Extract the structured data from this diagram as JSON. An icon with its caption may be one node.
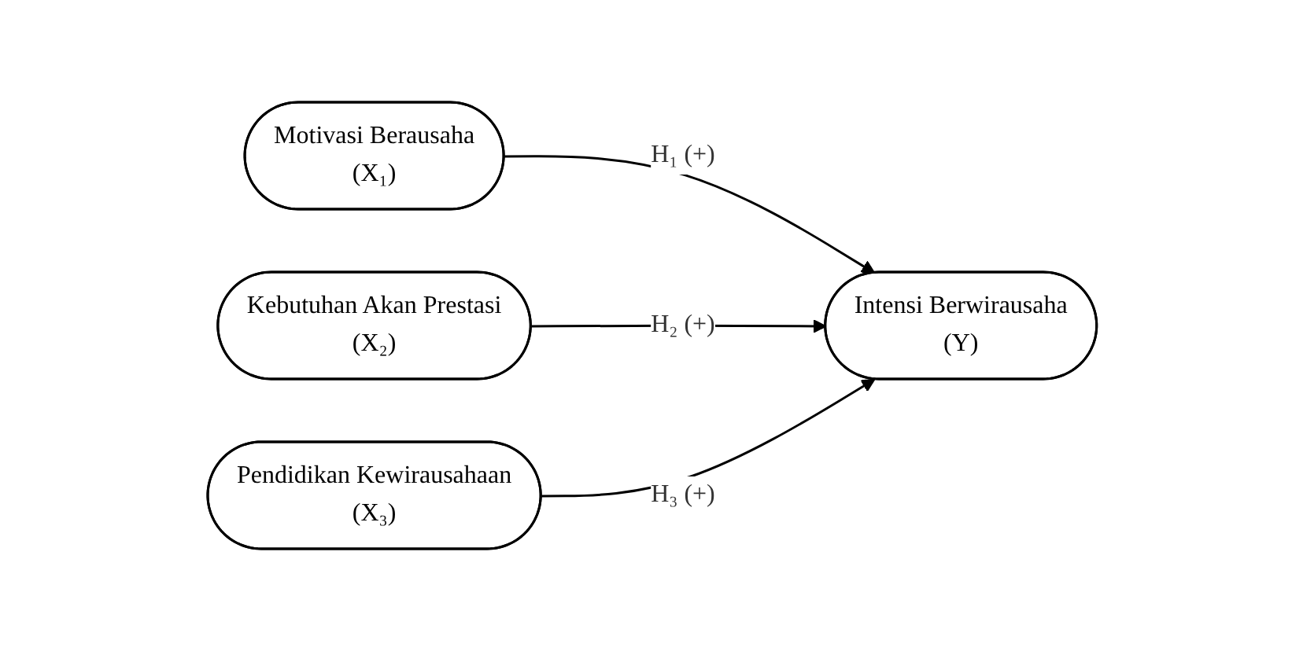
{
  "diagram": {
    "nodes": [
      {
        "text": [
          "Motivasi Berausaha",
          "(X₁)"
        ]
      },
      {
        "text": [
          "Kebutuhan Akan Prestasi",
          "(X₂)"
        ]
      },
      {
        "text": [
          "Pendidikan Kewirausahaan",
          "(X₃)"
        ]
      },
      {
        "text": [
          "Intensi Berwirausaha",
          "(Y)"
        ]
      }
    ],
    "edges": [
      {
        "from": 0,
        "to": 3,
        "arrow": "to",
        "label": "H₁ (+)"
      },
      {
        "from": 1,
        "to": 3,
        "arrow": "to",
        "label": "H₂ (+)"
      },
      {
        "from": 2,
        "to": 3,
        "arrow": "to",
        "label": "H₃ (+)"
      }
    ]
  }
}
